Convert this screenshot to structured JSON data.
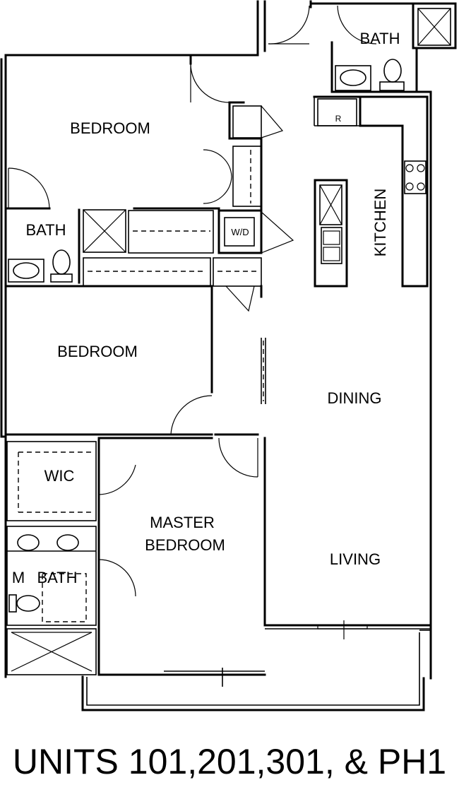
{
  "labels": {
    "bedroom_1": "BEDROOM",
    "bath_1": "BATH",
    "bath_2": "BATH",
    "bedroom_2": "BEDROOM",
    "wic": "WIC",
    "master_bedroom_line1": "MASTER",
    "master_bedroom_line2": "BEDROOM",
    "m_bath_prefix": "M",
    "m_bath": "BATH",
    "kitchen": "KITCHEN",
    "dining": "DINING",
    "living": "LIVING",
    "washer_dryer": "W/D",
    "refrigerator": "R"
  },
  "caption": "UNITS 101,201,301, & PH1"
}
